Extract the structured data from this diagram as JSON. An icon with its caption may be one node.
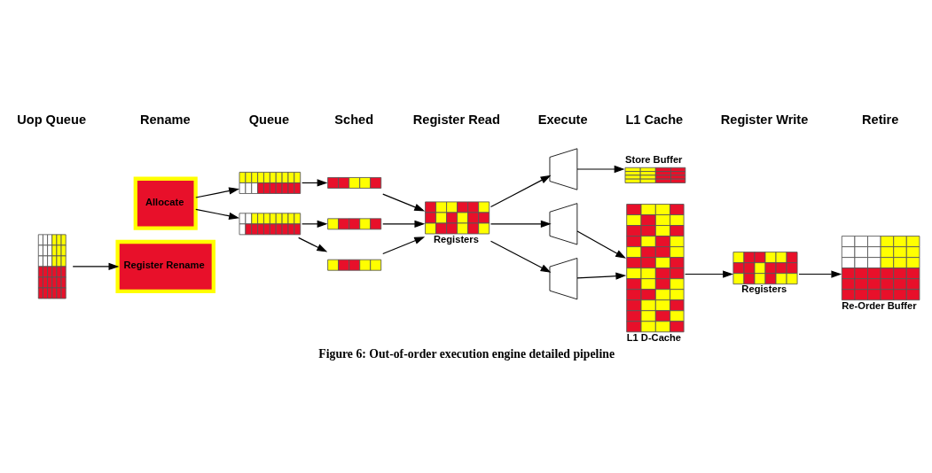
{
  "diagram": {
    "caption": "Figure 6: Out-of-order execution engine detailed pipeline",
    "nodes": [
      {
        "text": [],
        "shape": "box"
      },
      {
        "text": [
          "Register Rename"
        ]
      },
      {
        "text": [
          "Allocate"
        ]
      },
      {
        "text": [],
        "shape": "box"
      },
      {
        "text": [],
        "shape": "box"
      },
      {
        "text": [],
        "shape": "box"
      },
      {
        "text": [],
        "shape": "box"
      },
      {
        "text": [],
        "shape": "box"
      },
      {
        "text": [],
        "shape": "box",
        "beside": [
          "Registers"
        ]
      },
      {
        "text": [],
        "shape": "trapezium"
      },
      {
        "text": [],
        "shape": "trapezium"
      },
      {
        "text": [],
        "shape": "trapezium"
      },
      {
        "text": [],
        "shape": "box",
        "beside": [
          "Store Buffer"
        ]
      },
      {
        "text": [],
        "shape": "box",
        "beside": [
          "L1 D-Cache"
        ]
      },
      {
        "text": [],
        "shape": "box",
        "beside": [
          "Registers"
        ]
      },
      {
        "text": [],
        "shape": "box",
        "beside": [
          "Re-Order Buffer"
        ]
      }
    ],
    "edges": [
      {
        "from": 0,
        "to": 1,
        "arrow": "to"
      },
      {
        "from": 2,
        "to": 3,
        "arrow": "to"
      },
      {
        "from": 2,
        "to": 4,
        "arrow": "to"
      },
      {
        "from": 3,
        "to": 5,
        "arrow": "to"
      },
      {
        "from": 4,
        "to": 6,
        "arrow": "to"
      },
      {
        "from": 4,
        "to": 7,
        "arrow": "to"
      },
      {
        "from": 5,
        "to": 8,
        "arrow": "to"
      },
      {
        "from": 6,
        "to": 8,
        "arrow": "to"
      },
      {
        "from": 7,
        "to": 8,
        "arrow": "to"
      },
      {
        "from": 8,
        "to": 9,
        "arrow": "to"
      },
      {
        "from": 8,
        "to": 10,
        "arrow": "to"
      },
      {
        "from": 8,
        "to": 11,
        "arrow": "to"
      },
      {
        "from": 9,
        "to": 12,
        "arrow": "to"
      },
      {
        "from": 10,
        "to": 13,
        "arrow": "to"
      },
      {
        "from": 11,
        "to": 13,
        "arrow": "to"
      },
      {
        "from": 13,
        "to": 14,
        "arrow": "to"
      },
      {
        "from": 14,
        "to": 15,
        "arrow": "to"
      }
    ],
    "labels": [
      "Uop Queue",
      "Rename",
      "Queue",
      "Sched",
      "Register Read",
      "Execute",
      "L1 Cache",
      "Register Write",
      "Retire"
    ]
  }
}
